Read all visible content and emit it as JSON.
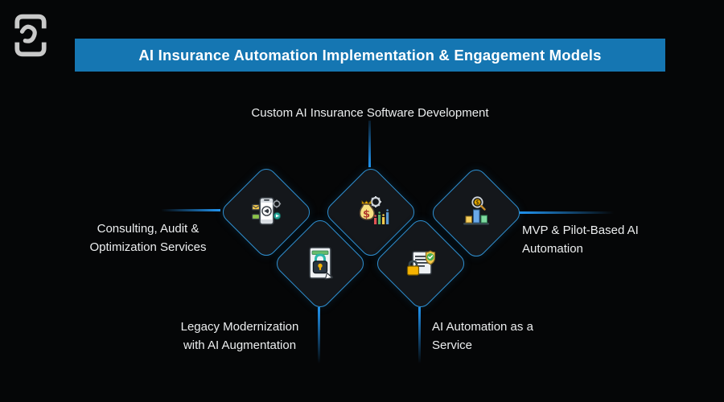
{
  "header": {
    "title": "AI Insurance Automation Implementation & Engagement Models"
  },
  "logo": {
    "name": "brand-logo"
  },
  "nodes": [
    {
      "id": "custom-software",
      "label": "Custom AI Insurance Software Development",
      "icon": "money-bag-gear-bar-chart-icon",
      "connector": "top-vertical"
    },
    {
      "id": "consulting",
      "label": "Consulting, Audit &\nOptimization Services",
      "icon": "smartphone-marketing-icon",
      "connector": "left-horizontal"
    },
    {
      "id": "mvp",
      "label": "MVP & Pilot-Based AI\nAutomation",
      "icon": "bar-chart-magnifier-coin-icon",
      "connector": "right-horizontal"
    },
    {
      "id": "legacy",
      "label": "Legacy Modernization\nwith AI Augmentation",
      "icon": "document-padlock-pencil-icon",
      "connector": "bottom-left-vertical"
    },
    {
      "id": "aiaas",
      "label": "AI Automation as a\nService",
      "icon": "document-shield-check-padlock-icon",
      "connector": "bottom-right-vertical"
    }
  ],
  "colors": {
    "background": "#050607",
    "banner_bg": "#1576b2",
    "banner_text": "#ffffff",
    "diamond_fill": "#14171b",
    "diamond_border": "#2e8fd0",
    "connector_blue": "#2196f3",
    "label_text": "#eceeef",
    "logo_gray": "#c9c9c9"
  }
}
